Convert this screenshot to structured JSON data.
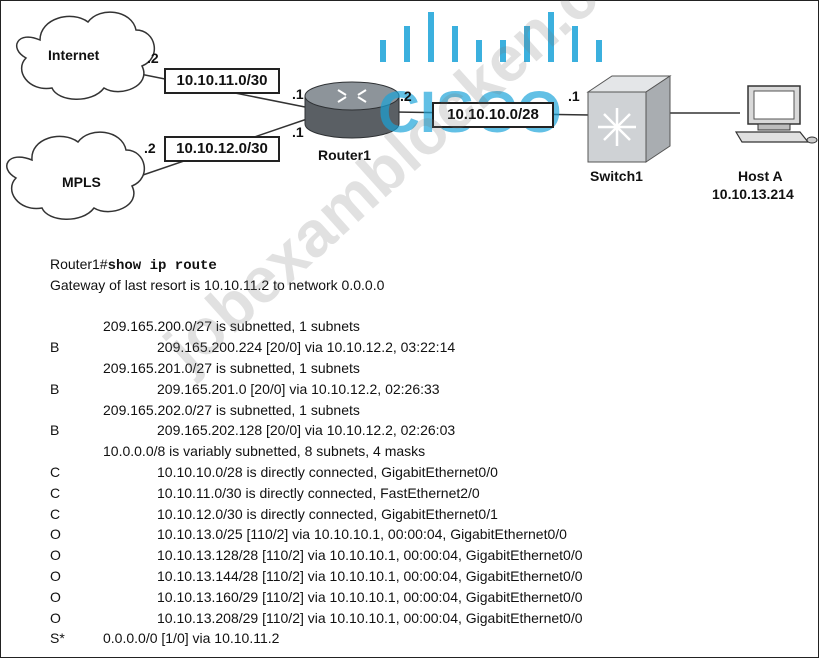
{
  "diagram": {
    "clouds": [
      {
        "id": "internet",
        "label": "Internet",
        "ip_suffix": ".2"
      },
      {
        "id": "mpls",
        "label": "MPLS",
        "ip_suffix": ".2"
      }
    ],
    "networks": [
      {
        "id": "net-internet",
        "label": "10.10.11.0/30"
      },
      {
        "id": "net-mpls",
        "label": "10.10.12.0/30"
      },
      {
        "id": "net-switch",
        "label": "10.10.10.0/28"
      }
    ],
    "router": {
      "label": "Router1",
      "if_internet": ".1",
      "if_mpls": ".1",
      "if_switch": ".2"
    },
    "switch": {
      "label": "Switch1",
      "if_router": ".1"
    },
    "host": {
      "label": "Host A",
      "ip": "10.10.13.214"
    }
  },
  "cli": {
    "prompt": "Router1#",
    "command": "show ip route",
    "gateway_line": "Gateway of last resort is 10.10.11.2 to network 0.0.0.0",
    "rows": [
      {
        "code": "",
        "indent": 1,
        "text": "209.165.200.0/27 is subnetted, 1 subnets"
      },
      {
        "code": "B",
        "indent": 2,
        "text": "209.165.200.224 [20/0] via 10.10.12.2, 03:22:14"
      },
      {
        "code": "",
        "indent": 1,
        "text": "209.165.201.0/27 is subnetted, 1 subnets"
      },
      {
        "code": "B",
        "indent": 2,
        "text": "209.165.201.0 [20/0] via 10.10.12.2, 02:26:33"
      },
      {
        "code": "",
        "indent": 1,
        "text": "209.165.202.0/27 is subnetted, 1 subnets"
      },
      {
        "code": "B",
        "indent": 2,
        "text": "209.165.202.128 [20/0] via 10.10.12.2, 02:26:03"
      },
      {
        "code": "",
        "indent": 1,
        "text": "10.0.0.0/8 is variably subnetted, 8 subnets, 4 masks"
      },
      {
        "code": "C",
        "indent": 2,
        "text": "10.10.10.0/28 is directly connected, GigabitEthernet0/0"
      },
      {
        "code": "C",
        "indent": 2,
        "text": "10.10.11.0/30 is directly connected, FastEthernet2/0"
      },
      {
        "code": "C",
        "indent": 2,
        "text": "10.10.12.0/30 is directly connected, GigabitEthernet0/1"
      },
      {
        "code": "O",
        "indent": 2,
        "text": "10.10.13.0/25 [110/2] via 10.10.10.1, 00:00:04, GigabitEthernet0/0"
      },
      {
        "code": "O",
        "indent": 2,
        "text": "10.10.13.128/28 [110/2] via 10.10.10.1, 00:00:04, GigabitEthernet0/0"
      },
      {
        "code": "O",
        "indent": 2,
        "text": "10.10.13.144/28 [110/2] via 10.10.10.1, 00:00:04, GigabitEthernet0/0"
      },
      {
        "code": "O",
        "indent": 2,
        "text": "10.10.13.160/29 [110/2] via 10.10.10.1, 00:00:04, GigabitEthernet0/0"
      },
      {
        "code": "O",
        "indent": 2,
        "text": "10.10.13.208/29 [110/2] via 10.10.10.1, 00:00:04, GigabitEthernet0/0"
      },
      {
        "code": "S*",
        "indent": 1,
        "text": "0.0.0.0/0 [1/0] via 10.10.11.2"
      }
    ]
  },
  "watermark": {
    "logo_text": "CISCO",
    "site_text": "jobexamblocken.com",
    "color": "#1aa3d9"
  }
}
